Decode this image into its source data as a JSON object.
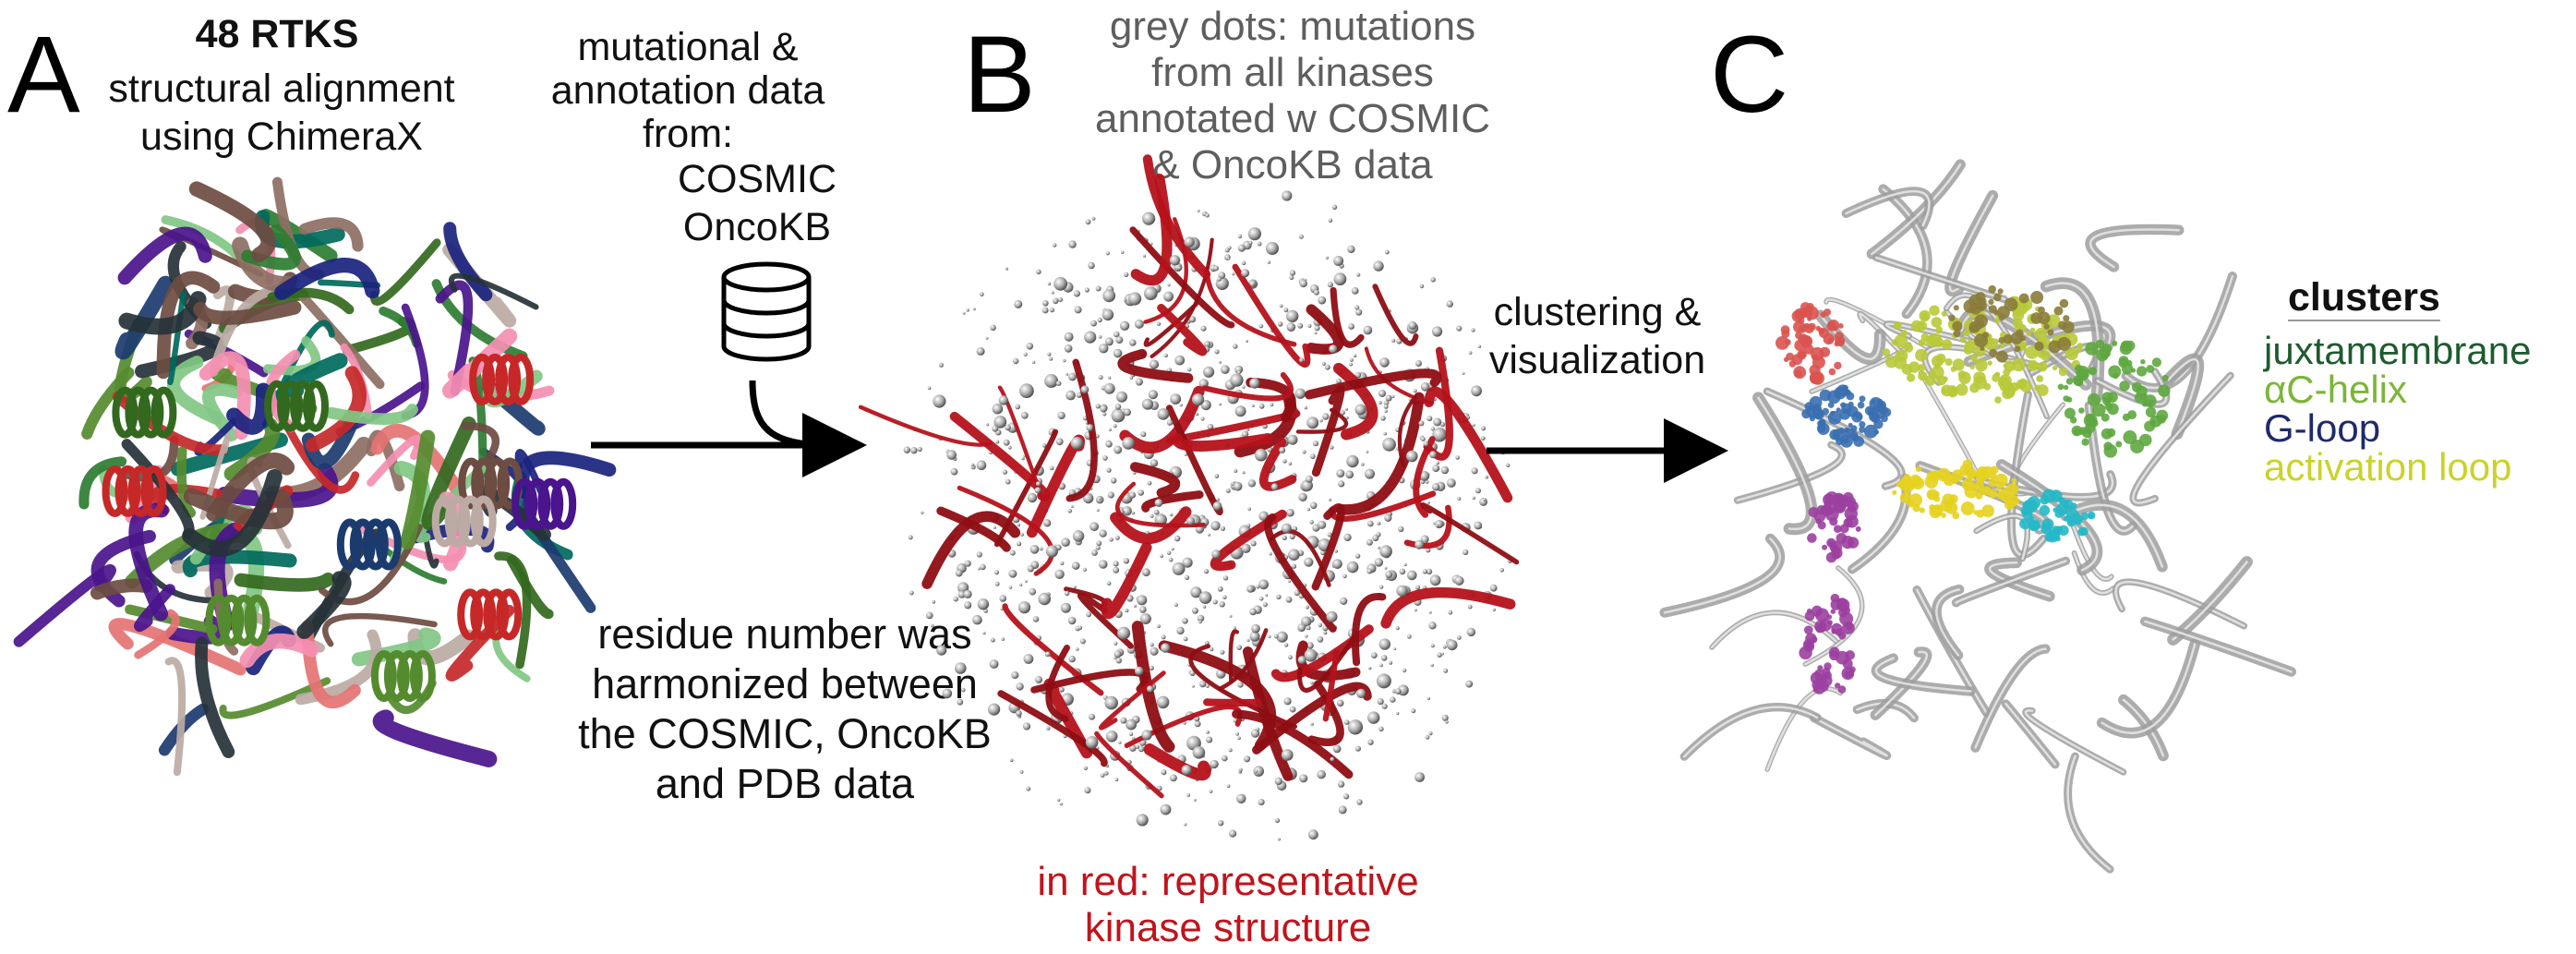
{
  "panels": {
    "a": {
      "letter": "A",
      "title": "48 RTKS",
      "subtitle": "structural alignment\nusing ChimeraX"
    },
    "b": {
      "letter": "B"
    },
    "c": {
      "letter": "C"
    }
  },
  "annotations": {
    "data_sources": "mutational &\nannotation data\nfrom:",
    "database_names": "COSMIC\nOncoKB",
    "residue_note": "residue number was\nharmonized between\nthe COSMIC, OncoKB\nand PDB data",
    "grey_dots_note": "grey dots: mutations\nfrom all kinases\nannotated w COSMIC\n& OncoKB data",
    "red_note": "in red: representative\nkinase structure",
    "clustering_note": "clustering &\nvisualization"
  },
  "legend": {
    "title": "clusters",
    "items": [
      {
        "label": "juxtamembrane",
        "color": "#1e5b2f"
      },
      {
        "label": "αC-helix",
        "color": "#7cb53a"
      },
      {
        "label": "G-loop",
        "color": "#1f2a6b"
      },
      {
        "label": "activation loop",
        "color": "#c9d32a"
      }
    ]
  },
  "icons": {
    "database": "database-icon"
  },
  "colors": {
    "red_structure": "#b5121b",
    "grey_dots": "#9a9a9a",
    "text_grey": "#555555",
    "red_text": "#c0141c"
  }
}
